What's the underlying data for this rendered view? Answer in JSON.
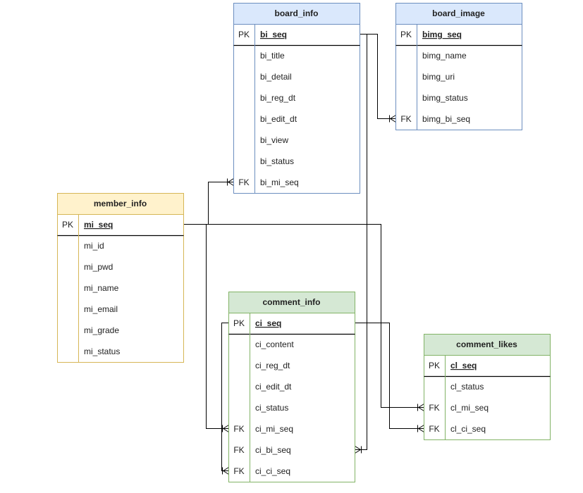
{
  "colors": {
    "board_info": {
      "header": "#dae8fc",
      "border": "#6c8ebf"
    },
    "board_image": {
      "header": "#dae8fc",
      "border": "#6c8ebf"
    },
    "member_info": {
      "header": "#fff2cc",
      "border": "#d6b656"
    },
    "comment_info": {
      "header": "#d5e8d4",
      "border": "#82b366"
    },
    "comment_likes": {
      "header": "#d5e8d4",
      "border": "#82b366"
    },
    "line": "#000000"
  },
  "entities": {
    "board_info": {
      "title": "board_info",
      "pk": {
        "key": "PK",
        "name": "bi_seq"
      },
      "fields": [
        {
          "key": "",
          "name": "bi_title"
        },
        {
          "key": "",
          "name": "bi_detail"
        },
        {
          "key": "",
          "name": "bi_reg_dt"
        },
        {
          "key": "",
          "name": "bi_edit_dt"
        },
        {
          "key": "",
          "name": "bi_view"
        },
        {
          "key": "",
          "name": "bi_status"
        },
        {
          "key": "FK",
          "name": "bi_mi_seq"
        }
      ]
    },
    "board_image": {
      "title": "board_image",
      "pk": {
        "key": "PK",
        "name": "bimg_seq"
      },
      "fields": [
        {
          "key": "",
          "name": "bimg_name"
        },
        {
          "key": "",
          "name": "bimg_uri"
        },
        {
          "key": "",
          "name": "bimg_status"
        },
        {
          "key": "FK",
          "name": "bimg_bi_seq"
        }
      ]
    },
    "member_info": {
      "title": "member_info",
      "pk": {
        "key": "PK",
        "name": "mi_seq"
      },
      "fields": [
        {
          "key": "",
          "name": "mi_id"
        },
        {
          "key": "",
          "name": "mi_pwd"
        },
        {
          "key": "",
          "name": "mi_name"
        },
        {
          "key": "",
          "name": "mi_email"
        },
        {
          "key": "",
          "name": "mi_grade"
        },
        {
          "key": "",
          "name": "mi_status"
        }
      ]
    },
    "comment_info": {
      "title": "comment_info",
      "pk": {
        "key": "PK",
        "name": "ci_seq"
      },
      "fields": [
        {
          "key": "",
          "name": "ci_content"
        },
        {
          "key": "",
          "name": "ci_reg_dt"
        },
        {
          "key": "",
          "name": "ci_edit_dt"
        },
        {
          "key": "",
          "name": "ci_status"
        },
        {
          "key": "FK",
          "name": "ci_mi_seq"
        },
        {
          "key": "FK",
          "name": "ci_bi_seq"
        },
        {
          "key": "FK",
          "name": "ci_ci_seq"
        }
      ]
    },
    "comment_likes": {
      "title": "comment_likes",
      "pk": {
        "key": "PK",
        "name": "cl_seq"
      },
      "fields": [
        {
          "key": "",
          "name": "cl_status"
        },
        {
          "key": "FK",
          "name": "cl_mi_seq"
        },
        {
          "key": "FK",
          "name": "cl_ci_seq"
        }
      ]
    }
  },
  "relationships": [
    {
      "from": "board_info.bi_seq",
      "to": "board_image.bimg_bi_seq"
    },
    {
      "from": "member_info.mi_seq",
      "to": "board_info.bi_mi_seq"
    },
    {
      "from": "member_info.mi_seq",
      "to": "comment_info.ci_mi_seq"
    },
    {
      "from": "member_info.mi_seq",
      "to": "comment_likes.cl_mi_seq"
    },
    {
      "from": "board_info.bi_seq",
      "to": "comment_info.ci_bi_seq"
    },
    {
      "from": "comment_info.ci_seq",
      "to": "comment_likes.cl_ci_seq"
    },
    {
      "from": "comment_info.ci_seq",
      "to": "comment_info.ci_ci_seq"
    }
  ]
}
